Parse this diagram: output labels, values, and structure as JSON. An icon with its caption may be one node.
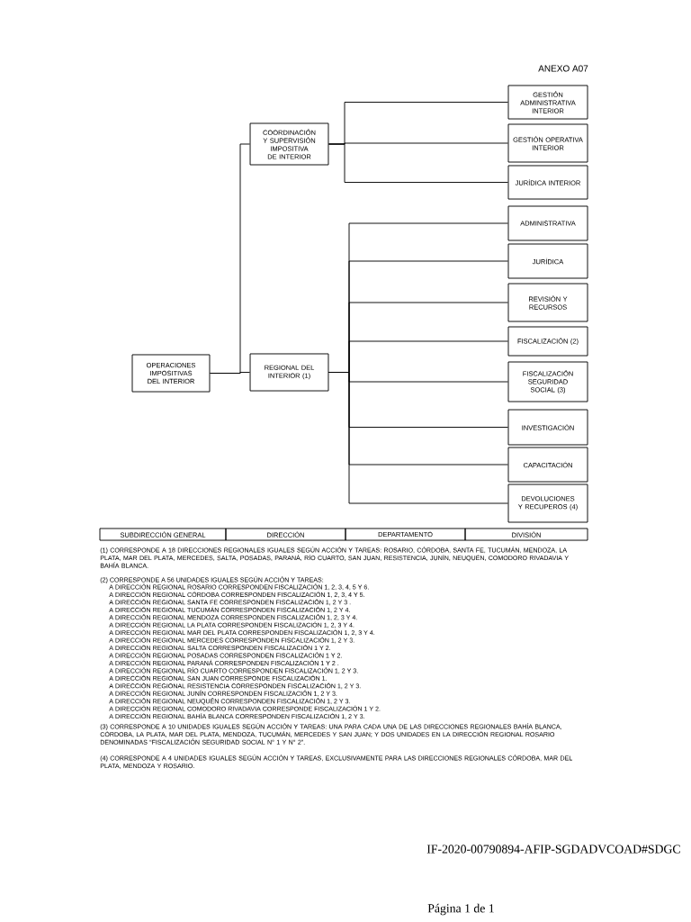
{
  "diagram": {
    "nodes": [
      {
        "text": [
          "OPERACIONES IMPOSITIVAS DEL INTERIOR"
        ]
      },
      {
        "text": [
          "COORDINACIÓN Y SUPERVISIÓN IMPOSITIVA DE INTERIOR"
        ]
      },
      {
        "text": [
          "REGIONAL DEL INTERIOR (1)"
        ]
      },
      {
        "text": [
          "GESTIÓN ADMINISTRATIVA INTERIOR"
        ]
      },
      {
        "text": [
          "GESTIÓN OPERATIVA INTERIOR"
        ]
      },
      {
        "text": [
          "JURÍDICA INTERIOR"
        ]
      },
      {
        "text": [
          "ADMINISTRATIVA"
        ]
      },
      {
        "text": [
          "JURÍDICA"
        ]
      },
      {
        "text": [
          "REVISIÓN Y RECURSOS"
        ]
      },
      {
        "text": [
          "FISCALIZACIÓN (2)"
        ]
      },
      {
        "text": [
          "FISCALIZACIÓN SEGURIDAD SOCIAL (3)"
        ]
      },
      {
        "text": [
          "INVESTIGACIÓN"
        ]
      },
      {
        "text": [
          "CAPACITACIÓN"
        ]
      },
      {
        "text": [
          "DEVOLUCIONES Y RECUPEROS (4)"
        ]
      }
    ],
    "edges": [
      {
        "from": 0,
        "to": 1,
        "arrow": "none"
      },
      {
        "from": 0,
        "to": 2,
        "arrow": "none"
      },
      {
        "from": 1,
        "to": 3,
        "arrow": "none"
      },
      {
        "from": 1,
        "to": 4,
        "arrow": "none"
      },
      {
        "from": 1,
        "to": 5,
        "arrow": "none"
      },
      {
        "from": 2,
        "to": 6,
        "arrow": "none"
      },
      {
        "from": 2,
        "to": 7,
        "arrow": "none"
      },
      {
        "from": 2,
        "to": 8,
        "arrow": "none"
      },
      {
        "from": 2,
        "to": 9,
        "arrow": "none"
      },
      {
        "from": 2,
        "to": 10,
        "arrow": "none"
      },
      {
        "from": 2,
        "to": 11,
        "arrow": "none"
      },
      {
        "from": 2,
        "to": 12,
        "arrow": "none"
      },
      {
        "from": 2,
        "to": 13,
        "arrow": "none"
      }
    ],
    "labels": [
      "ANEXO A07",
      "SUBDIRECCIÓN GENERAL",
      "DIRECCIÓN",
      "DEPARTAMENTO",
      "DIVISIÓN",
      "(1) CORRESPONDE A 18 DIRECCIONES REGIONALES IGUALES SEGÚN ACCIÓN Y TAREAS: ROSARIO, CÓRDOBA, SANTA FE, TUCUMÁN, MENDOZA, LA PLATA, MAR DEL PLATA, MERCEDES, SALTA, POSADAS, PARANÁ, RÍO CUARTO, SAN JUAN, RESISTENCIA, JUNÍN, NEUQUÉN, COMODORO RIVADAVIA Y BAHÍA BLANCA.",
      "(2) CORRESPONDE A 56 UNIDADES IGUALES SEGÚN ACCIÓN Y TAREAS:",
      "A DIRECCIÓN REGIONAL ROSARIO CORRESPONDEN FISCALIZACIÓN 1, 2, 3, 4, 5 Y 6.",
      "A DIRECCIÓN REGIONAL CÓRDOBA CORRESPONDEN FISCALIZACIÓN 1, 2, 3, 4 Y 5.",
      "A DIRECCIÓN REGIONAL SANTA FE CORRESPONDEN FISCALIZACIÓN 1, 2 Y 3 .",
      "A DIRECCIÓN REGIONAL TUCUMÁN CORRESPONDEN FISCALIZACIÓN 1, 2 Y 4.",
      "A DIRECCIÓN REGIONAL MENDOZA CORRESPONDEN FISCALIZACIÓN 1, 2, 3 Y 4.",
      "A DIRECCIÓN REGIONAL LA PLATA CORRESPONDEN FISCALIZACIÓN 1, 2, 3 Y 4.",
      "A DIRECCIÓN REGIONAL MAR DEL PLATA CORRESPONDEN FISCALIZACIÓN 1, 2, 3 Y 4.",
      "A DIRECCIÓN REGIONAL MERCEDES CORRESPONDEN FISCALIZACIÓN 1, 2 Y 3.",
      "A DIRECCIÓN REGIONAL SALTA CORRESPONDEN FISCALIZACIÓN 1 Y 2.",
      "A DIRECCIÓN REGIONAL POSADAS CORRESPONDEN FISCALIZACIÓN 1 Y 2.",
      "A DIRECCIÓN REGIONAL PARANÁ CORRESPONDEN FISCALIZACIÓN 1 Y 2 .",
      "A DIRECCIÓN REGIONAL RÍO CUARTO CORRESPONDEN FISCALIZACIÓN 1, 2 Y 3.",
      "A DIRECCIÓN REGIONAL SAN JUAN CORRESPONDE FISCALIZACIÓN 1.",
      "A DIRECCIÓN REGIONAL RESISTENCIA CORRESPONDEN FISCALIZACIÓN 1, 2 Y 3.",
      "A DIRECCIÓN REGIONAL JUNÍN CORRESPONDEN FISCALIZACIÓN 1, 2 Y 3.",
      "A DIRECCIÓN REGIONAL NEUQUÉN CORRESPONDEN FISCALIZACIÓN 1, 2 Y 3.",
      "A DIRECCIÓN REGIONAL COMODORO RIVADAVIA CORRESPONDE FISCALIZACIÓN 1 Y 2.",
      "A DIRECCIÓN REGIONAL BAHÍA BLANCA CORRESPONDEN FISCALIZACIÓN 1, 2 Y 3.",
      "(3) CORRESPONDE A 10 UNIDADES IGUALES SEGÚN ACCIÓN Y TAREAS: UNA PARA CADA UNA DE LAS DIRECCIONES REGIONALES BAHÍA BLANCA, CÓRDOBA, LA PLATA, MAR DEL PLATA, MENDOZA, TUCUMÁN, MERCEDES Y SAN JUAN; Y DOS UNIDADES EN LA DIRECCIÓN REGIONAL ROSARIO DENOMINADAS “FISCALIZACIÓN SEGURIDAD SOCIAL N° 1 Y N° 2”.",
      "(4) CORRESPONDE A 4 UNIDADES IGUALES SEGÚN ACCIÓN Y TAREAS, EXCLUSIVAMENTE PARA LAS DIRECCIONES REGIONALES CÓRDOBA, MAR DEL PLATA, MENDOZA Y ROSARIO.",
      "IF-2020-00790894-AFIP-SGDADVCOAD#SDGC",
      "Página 1 de 1"
    ]
  }
}
